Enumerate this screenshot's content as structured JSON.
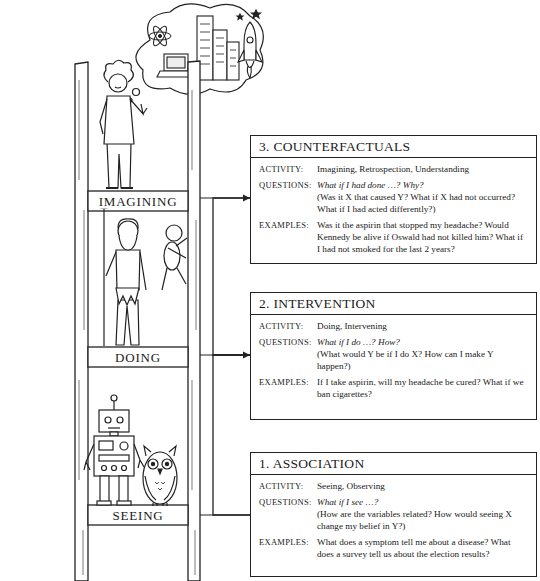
{
  "diagram": {
    "nodes": [
      {
        "text": [
          "3. COUNTERFACTUALS",
          "ACTIVITY:",
          "Imagining, Retrospection, Understanding",
          "QUESTIONS:",
          "What if I had done …? Why?",
          "(Was it X that caused Y? What if X had not occurred? What if I had acted differently?)",
          "EXAMPLES:",
          "Was it the aspirin that stopped my headache? Would Kennedy be alive if Oswald had not killed him? What if I had not smoked for the last 2 years?"
        ]
      },
      {
        "text": [
          "2. INTERVENTION",
          "ACTIVITY:",
          "Doing, Intervening",
          "QUESTIONS:",
          "What if I do …? How?",
          "(What would Y be if I do X? How can I make Y happen?)",
          "EXAMPLES:",
          "If I take aspirin, will my headache be cured? What if we ban cigarettes?"
        ]
      },
      {
        "text": [
          "1. ASSOCIATION",
          "ACTIVITY:",
          "Seeing, Observing",
          "QUESTIONS:",
          "What if I see …?",
          "(How are the variables related? How would seeing X change my belief in Y?)",
          "EXAMPLES:",
          "What does a symptom tell me about a disease? What does a survey tell us about the election results?"
        ]
      }
    ],
    "edges": [
      {
        "from": 2,
        "to": 1,
        "arrow": "to"
      },
      {
        "from": 1,
        "to": 0,
        "arrow": "to"
      }
    ],
    "labels": [
      "IMAGINING",
      "DOING",
      "SEEING"
    ]
  }
}
